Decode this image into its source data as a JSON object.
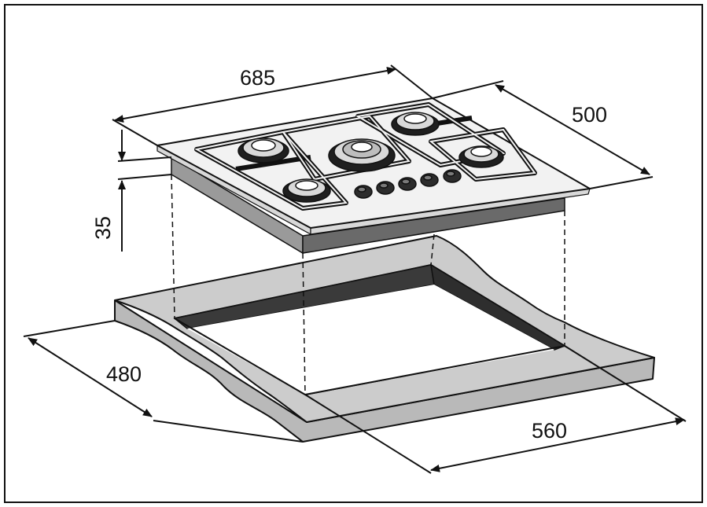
{
  "diagram": {
    "dimensions": {
      "hob_width": "685",
      "hob_depth": "500",
      "hob_height": "35",
      "cutout_depth": "480",
      "cutout_width": "560"
    },
    "colors": {
      "stroke": "#111111",
      "hob_top": "#f2f2f2",
      "hob_side": "#cfcfcf",
      "hob_base": "#6a6a6a",
      "countertop": "#cccccc",
      "cutout_wall": "#3a3a3a",
      "burner": "#d9d9d9",
      "knob": "#2c2c2c"
    },
    "components": {
      "burners": [
        "burner-back-left",
        "burner-back-right",
        "burner-center-wok",
        "burner-front-left",
        "burner-front-right"
      ],
      "knobs": [
        "knob-1",
        "knob-2",
        "knob-3",
        "knob-4",
        "knob-5"
      ]
    }
  }
}
